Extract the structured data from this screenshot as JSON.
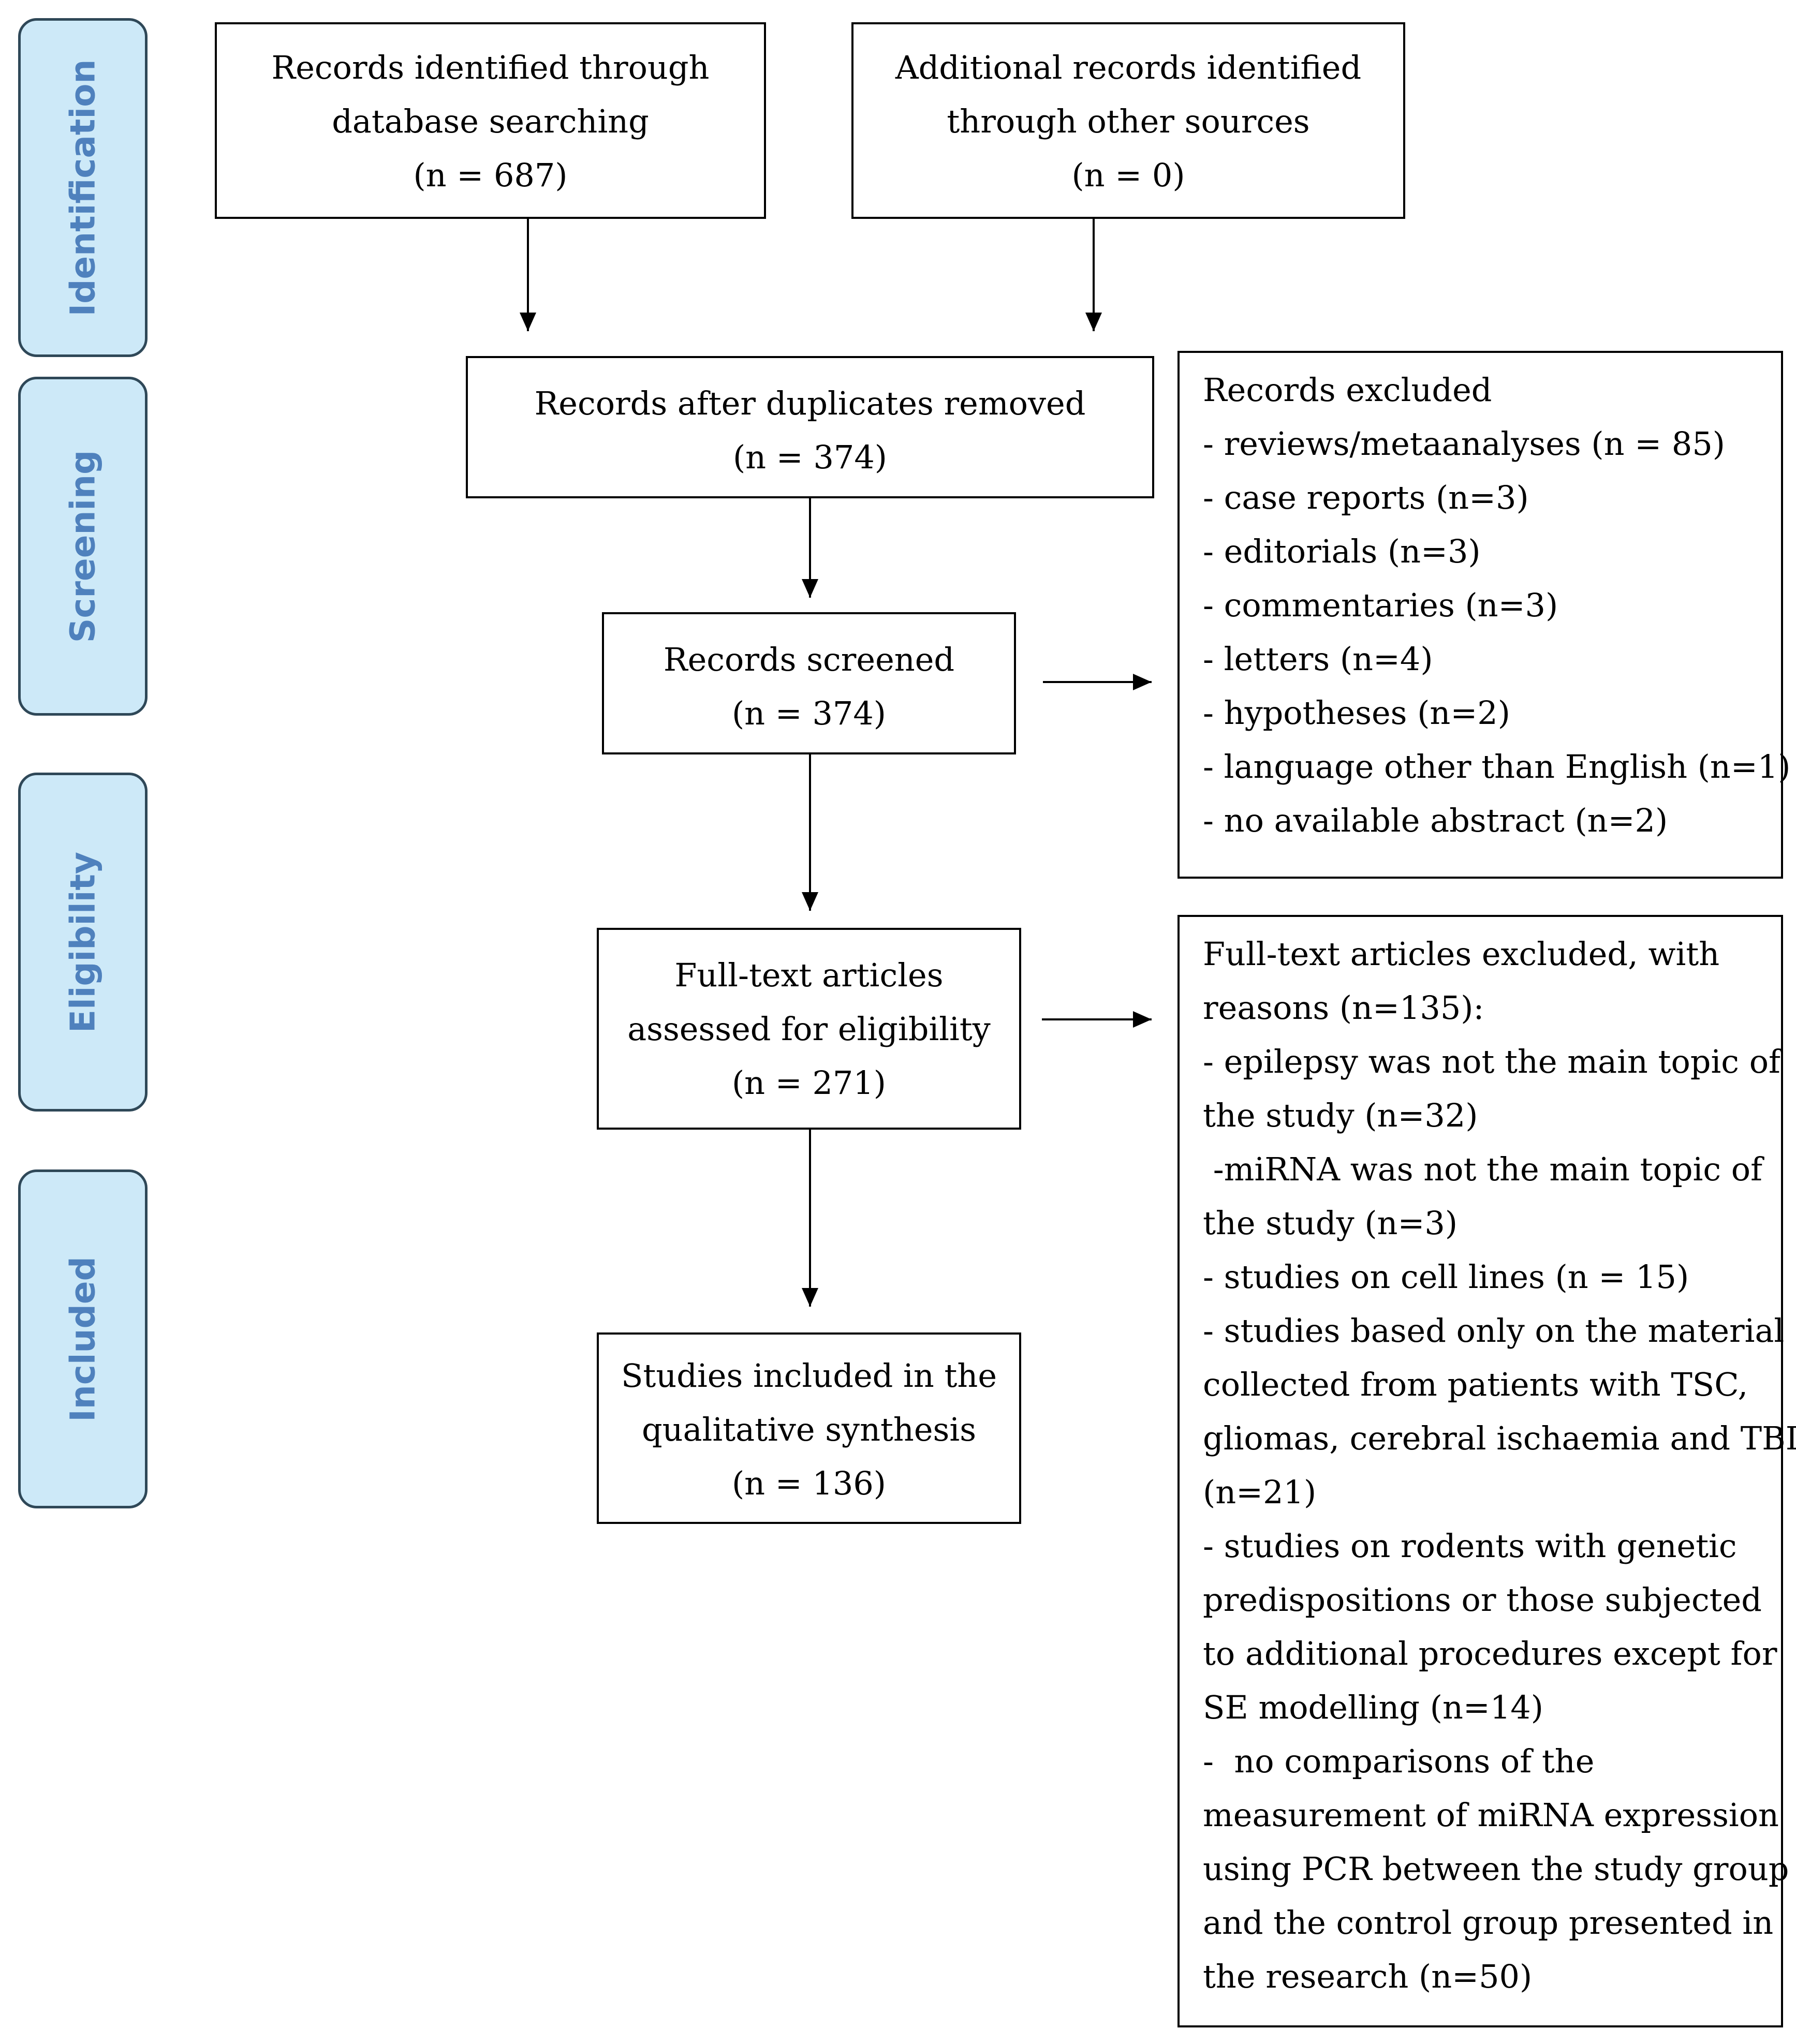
{
  "stages": {
    "identification": "Identification",
    "screening": "Screening",
    "eligibility": "Eligibility",
    "included": "Included"
  },
  "boxes": {
    "database": [
      "Records identified through",
      "database searching",
      "(n = 687)"
    ],
    "other_sources": [
      "Additional records identified",
      "through other sources",
      "(n =  0)"
    ],
    "duplicates_removed": [
      "Records after duplicates removed",
      "(n = 374)"
    ],
    "screened": [
      "Records screened",
      "(n = 374)"
    ],
    "fulltext_assessed": [
      "Full-text articles",
      "assessed for eligibility",
      "(n = 271)"
    ],
    "included": [
      "Studies included in the",
      "qualitative synthesis",
      "(n = 136)"
    ]
  },
  "records_excluded": [
    "Records excluded",
    "- reviews/metaanalyses (n = 85)",
    "- case reports (n=3)",
    "- editorials (n=3)",
    "- commentaries (n=3)",
    "- letters (n=4)",
    "- hypotheses (n=2)",
    "- language other than English (n=1)",
    "- no available abstract (n=2)"
  ],
  "fulltext_excluded": [
    "Full-text articles excluded, with",
    "reasons (n=135):",
    "- epilepsy was not the main topic of",
    "the study (n=32)",
    " -miRNA was not the main topic of",
    "the study (n=3)",
    "- studies on cell lines (n = 15)",
    "- studies based only on the material",
    "collected from patients with TSC,",
    "gliomas, cerebral ischaemia and TBI",
    "(n=21)",
    "- studies on rodents with genetic",
    "predispositions or those subjected",
    "to additional procedures except for",
    "SE modelling (n=14)",
    "-  no comparisons of the",
    "measurement of miRNA expression",
    "using PCR between the study group",
    "and the control group presented in",
    "the research (n=50)"
  ],
  "colors": {
    "stage_fill": "#cde9f8",
    "stage_border": "#2f4858",
    "stage_text": "#4f81bd",
    "box_border": "#000000"
  }
}
